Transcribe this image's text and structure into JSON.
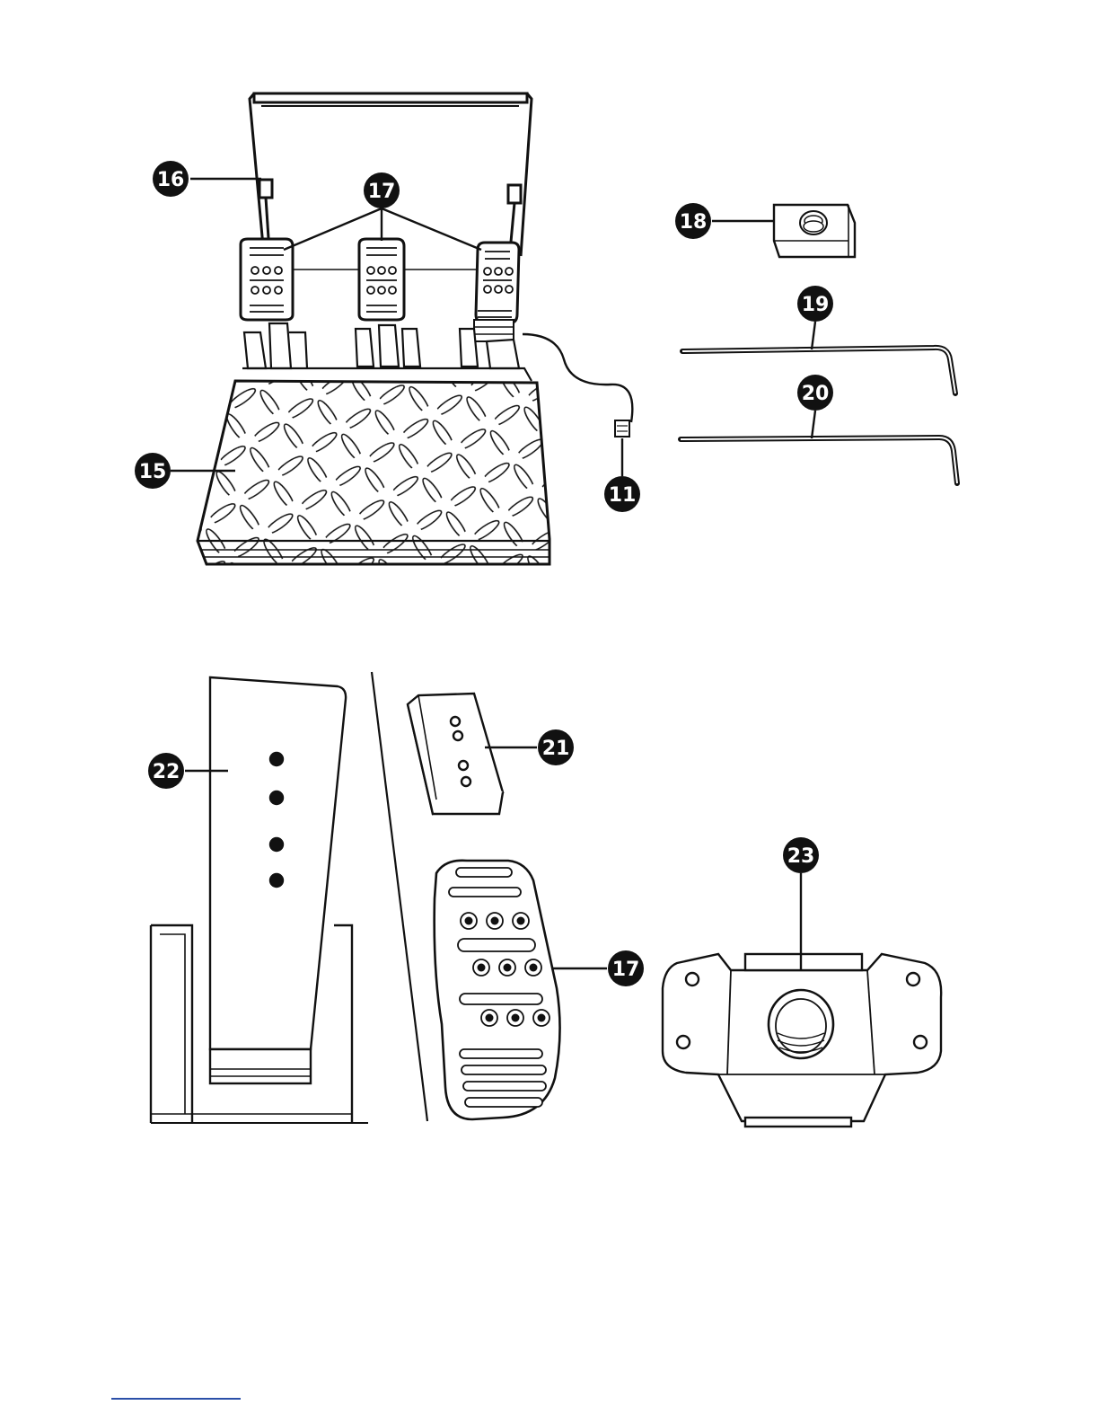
{
  "document": {
    "type": "parts-diagram"
  },
  "callouts": {
    "c15": "15",
    "c16": "16",
    "c17_top": "17",
    "c18": "18",
    "c19": "19",
    "c20": "20",
    "c11": "11",
    "c22": "22",
    "c21": "21",
    "c17_bottom": "17",
    "c23": "23"
  },
  "colors": {
    "ink": "#111111",
    "metal": "#f2f2f2",
    "footer_rule": "#2b4fa8"
  },
  "icons": [
    "pedal-set",
    "pedal-pad",
    "allen-key",
    "threaded-nut",
    "mounting-bracket",
    "pedal-arm",
    "pedal-insert"
  ]
}
